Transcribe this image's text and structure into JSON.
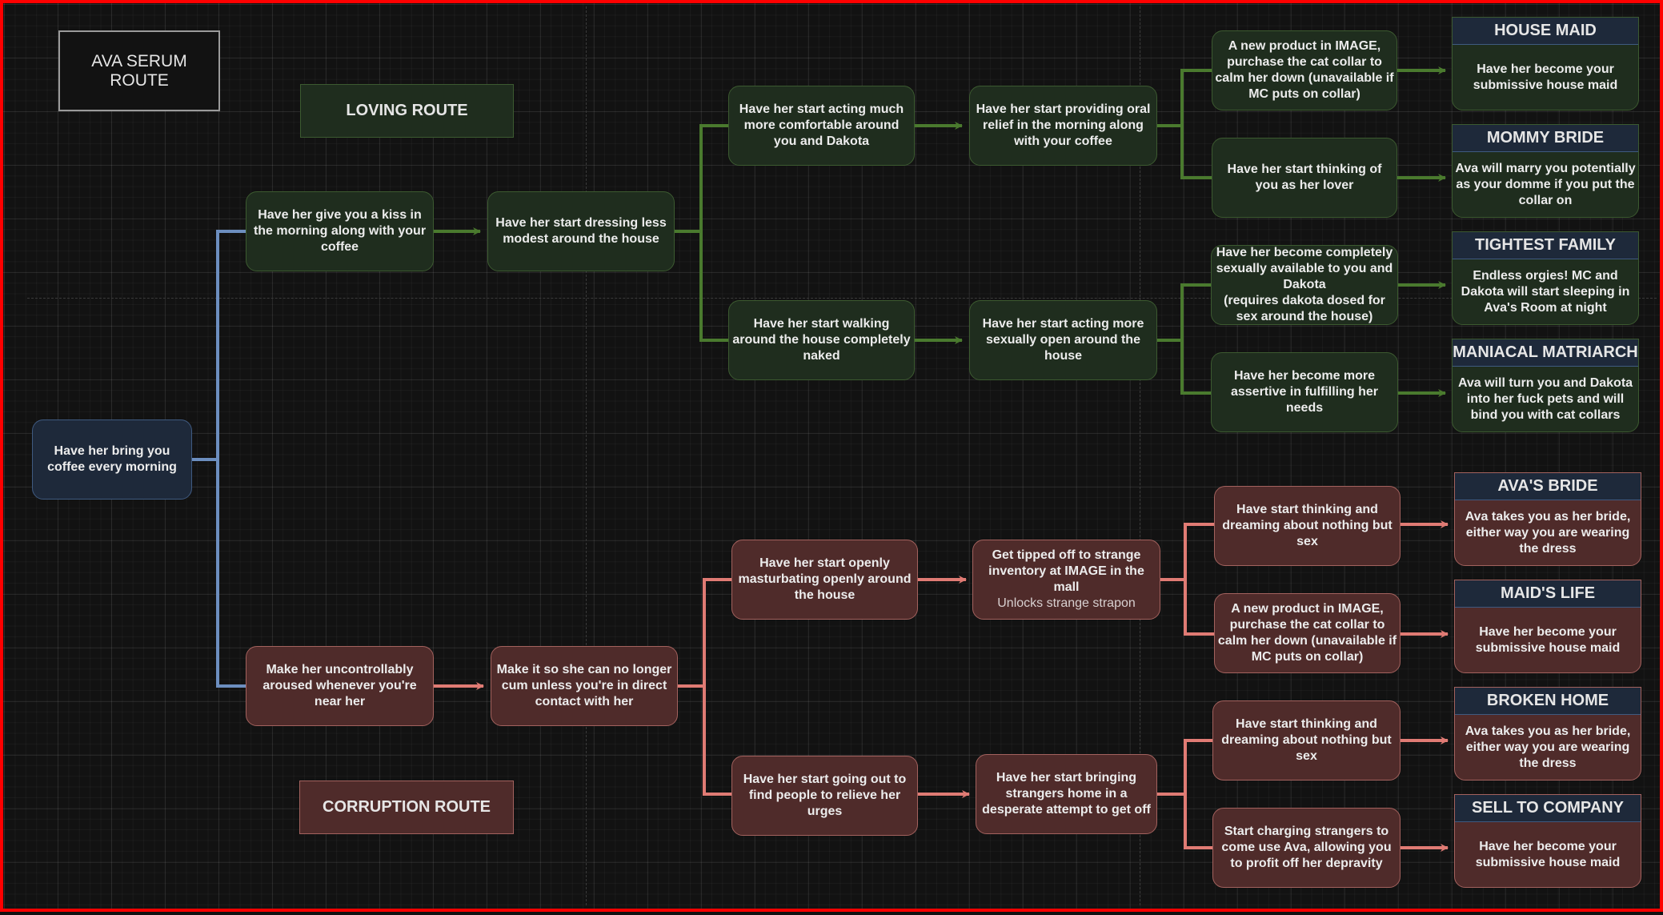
{
  "diagram": {
    "title": "AVA SERUM ROUTE",
    "route_labels": {
      "loving": "LOVING ROUTE",
      "corruption": "CORRUPTION ROUTE"
    },
    "colors": {
      "background": "#121212",
      "frame": "#ff0000",
      "root_link": "#6c8ebf",
      "loving_link": "#4a7a2e",
      "corruption_link": "#e07b74",
      "loving_fill": "#1f2d1e",
      "corruption_fill": "#4f2b2a",
      "ending_header_fill": "#1e293a"
    },
    "root": {
      "id": "coffee",
      "text": "Have her bring you coffee every morning"
    },
    "loving": {
      "kiss": "Have her give you a kiss in the morning along with your coffee",
      "dressing": "Have her start dressing less modest around the house",
      "comfortable": "Have her start acting much more comfortable around you and Dakota",
      "oral": "Have her start providing oral relief in the morning along with your coffee",
      "naked": "Have her start walking around the house completely naked",
      "sexually_open": "Have her start acting more sexually open around the house",
      "collar": "A new product in IMAGE, purchase the cat collar to calm her down (unavailable if MC puts on collar)",
      "lover": "Have her start thinking of you as her lover",
      "available": "Have her become completely sexually available to you and Dakota\n(requires dakota dosed for sex around the house)",
      "assertive": "Have her become more assertive in fulfilling her needs"
    },
    "loving_endings": [
      {
        "title": "HOUSE MAID",
        "text": "Have her become your submissive house maid"
      },
      {
        "title": "MOMMY BRIDE",
        "text": "Ava will marry you potentially as your domme if you put the collar on"
      },
      {
        "title": "TIGHTEST FAMILY",
        "text": "Endless orgies! MC and Dakota will start sleeping in Ava's Room at night"
      },
      {
        "title": "MANIACAL MATRIARCH",
        "text": "Ava will turn you and Dakota into her fuck pets and will bind you with cat collars"
      }
    ],
    "corruption": {
      "aroused": "Make her uncontrollably aroused whenever you're near her",
      "no_cum": "Make it so she can no longer cum unless you're in direct contact with her",
      "masturbating": "Have her start openly masturbating openly around the house",
      "tipped_off": "Get tipped off to strange inventory at IMAGE in the mall",
      "tipped_off_note": "Unlocks strange strapon",
      "going_out": "Have her start going out to find people to relieve her urges",
      "strangers_home": "Have her start bringing strangers home in a desperate attempt to get off",
      "dreaming_a": "Have start thinking and dreaming about nothing but sex",
      "collar": "A new product in IMAGE, purchase the cat collar to calm her down (unavailable if MC puts on collar)",
      "dreaming_b": "Have start thinking and dreaming about nothing but sex",
      "charging": "Start charging strangers to come use Ava, allowing you to profit off her depravity"
    },
    "corruption_endings": [
      {
        "title": "AVA'S BRIDE",
        "text": "Ava takes you as her bride, either way you are wearing the dress"
      },
      {
        "title": "MAID'S LIFE",
        "text": "Have her become your submissive house maid"
      },
      {
        "title": "BROKEN HOME",
        "text": "Ava takes you as her bride, either way you are wearing the dress"
      },
      {
        "title": "SELL TO COMPANY",
        "text": "Have her become your submissive house maid"
      }
    ]
  }
}
